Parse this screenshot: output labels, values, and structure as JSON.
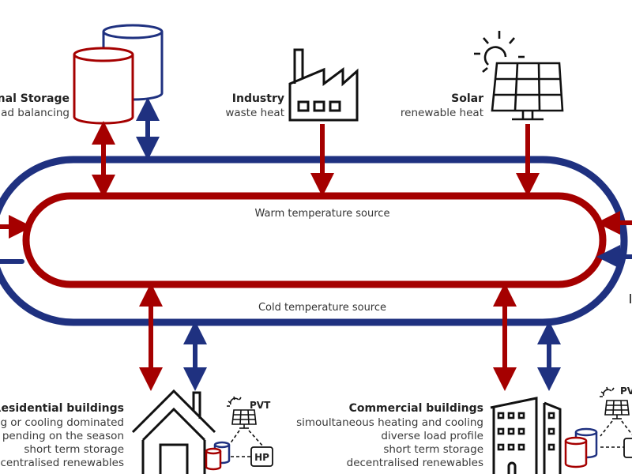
{
  "diagram": {
    "colors": {
      "warm": "#a50000",
      "cold": "#1f3180",
      "icon": "#111111",
      "text": "#333333"
    },
    "loops": {
      "warm_label": "Warm temperature source",
      "cold_label": "Cold temperature source"
    },
    "nodes": {
      "storage": {
        "title": "Seasonal Storage",
        "visible_title": "onal Storage",
        "lines": [
          "ad balancing"
        ],
        "icon": "storage-tanks-icon"
      },
      "industry": {
        "title": "Industry",
        "lines": [
          "waste heat"
        ],
        "icon": "factory-icon"
      },
      "solar": {
        "title": "Solar",
        "lines": [
          "renewable heat"
        ],
        "icon": "solar-panel-icon"
      },
      "residential": {
        "title": "Residential buildings",
        "lines": [
          "g or cooling dominated",
          "pending on the season",
          "short term storage",
          "centralised renewables"
        ],
        "icon": "house-icon",
        "pvt_label": "PVT",
        "hp_label": "HP"
      },
      "commercial": {
        "title": "Commercial buildings",
        "lines": [
          "simoultaneous heating and cooling",
          "diverse load profile",
          "short term storage",
          "decentralised renewables"
        ],
        "icon": "office-building-icon",
        "pvt_label": "PV"
      }
    }
  }
}
